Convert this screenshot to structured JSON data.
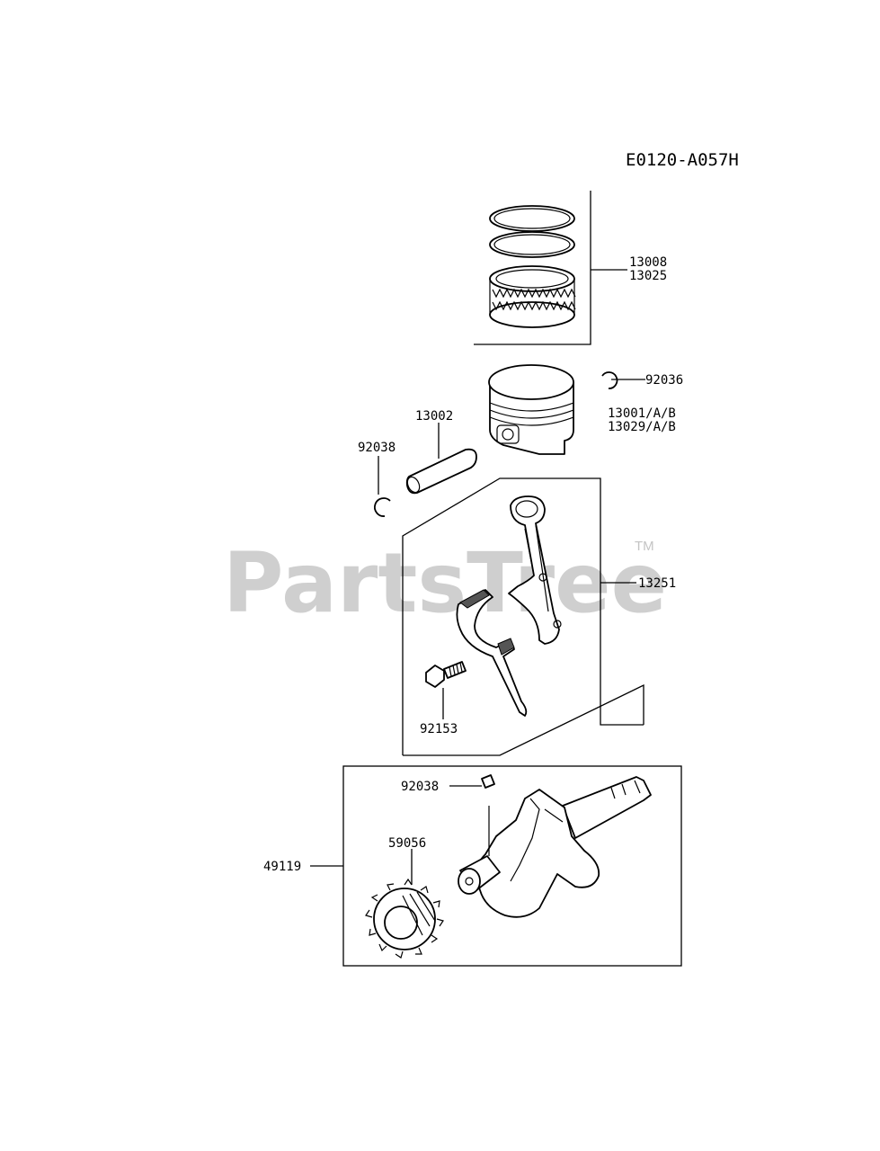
{
  "diagram_code": "E0120-A057H",
  "watermark": {
    "text": "PartsTree",
    "trademark": "TM"
  },
  "labels": {
    "rings_a": "13008",
    "rings_b": "13025",
    "clip_right": "92036",
    "piston_a": "13001/A/B",
    "piston_b": "13029/A/B",
    "pin": "13002",
    "clip_left": "92038",
    "conrod": "13251",
    "bolt": "92153",
    "key": "92038",
    "gear": "59056",
    "crankshaft": "49119"
  }
}
